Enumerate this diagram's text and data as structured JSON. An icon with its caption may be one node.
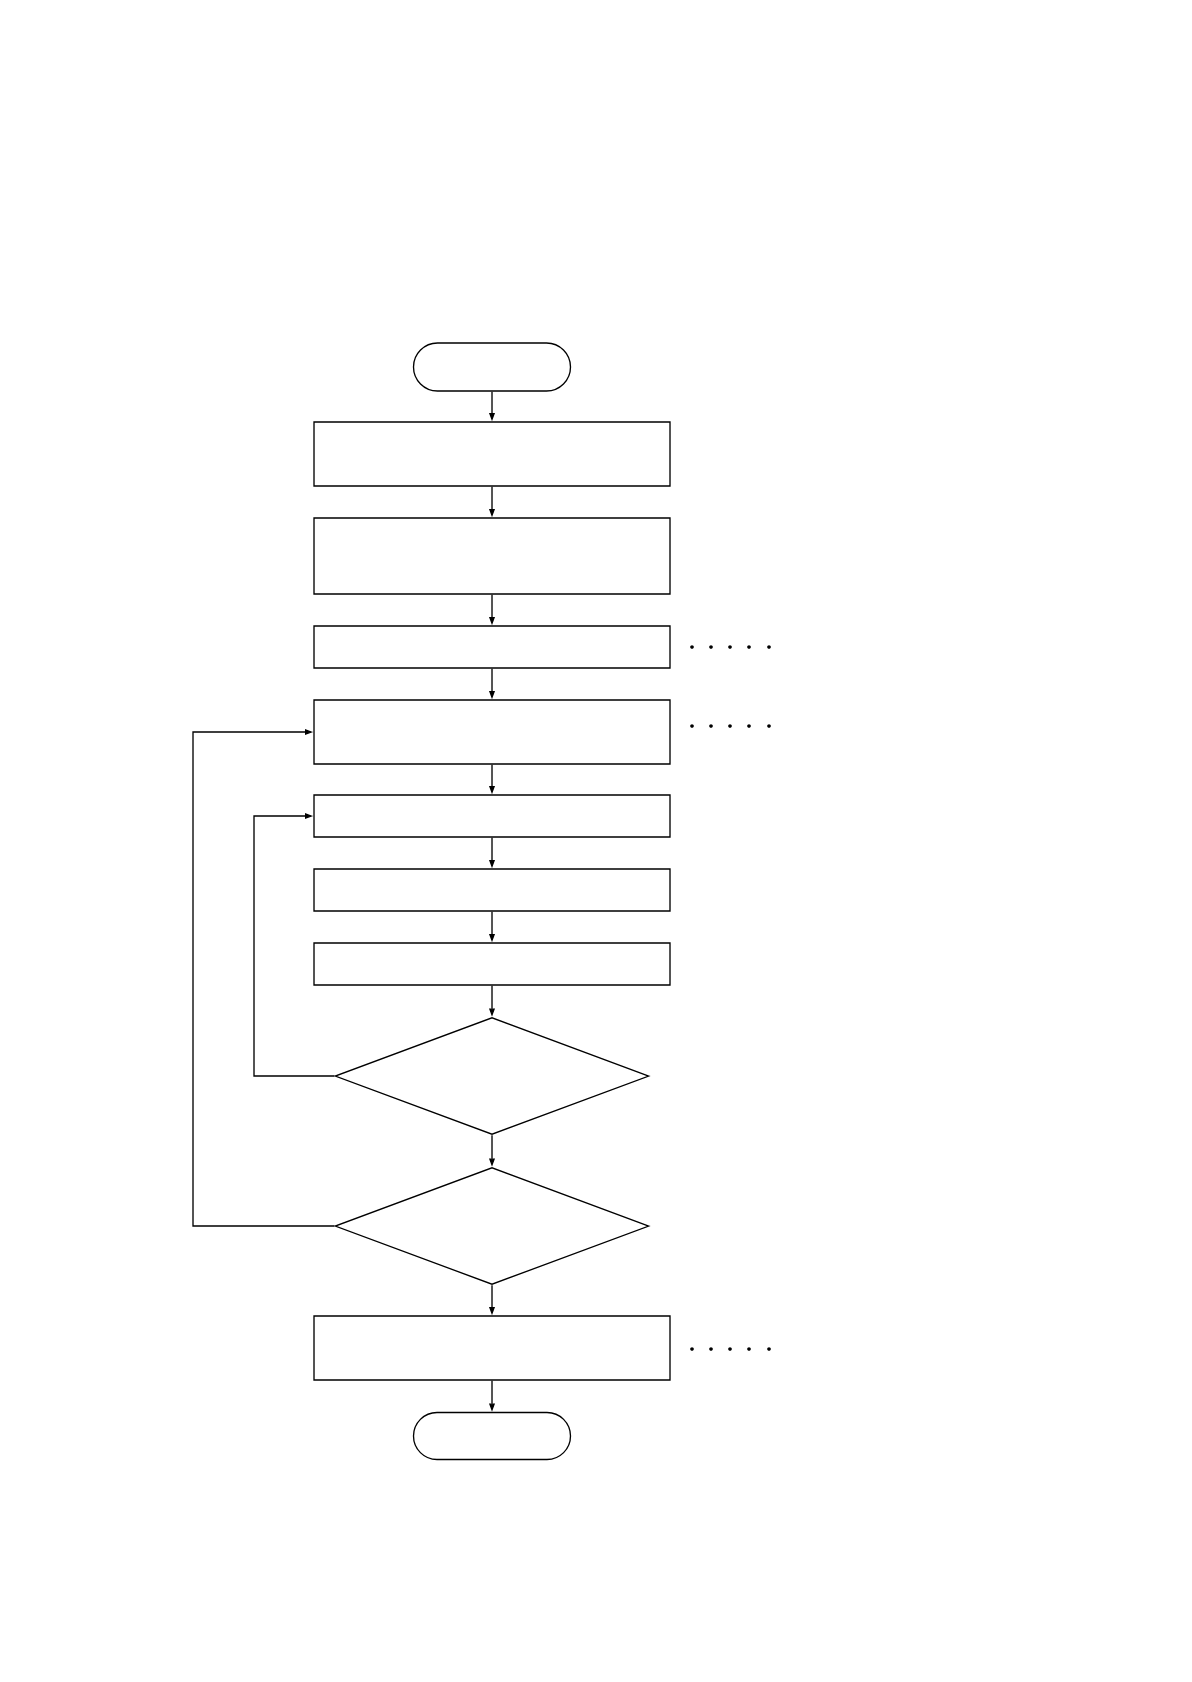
{
  "diagram": {
    "nodes": [
      {
        "text": [],
        "shape": "oval"
      },
      {
        "text": [],
        "shape": "box"
      },
      {
        "text": [],
        "shape": "box"
      },
      {
        "text": [],
        "shape": "box"
      },
      {
        "text": [],
        "shape": "box"
      },
      {
        "text": [],
        "shape": "box"
      },
      {
        "text": [],
        "shape": "box"
      },
      {
        "text": [],
        "shape": "box"
      },
      {
        "text": [],
        "shape": "diamond"
      },
      {
        "text": [],
        "shape": "diamond"
      },
      {
        "text": [],
        "shape": "box"
      },
      {
        "text": [],
        "shape": "oval"
      }
    ],
    "edges": [
      {
        "from": 0,
        "to": 1,
        "arrow": "to"
      },
      {
        "from": 1,
        "to": 2,
        "arrow": "to"
      },
      {
        "from": 2,
        "to": 3,
        "arrow": "to"
      },
      {
        "from": 3,
        "to": 4,
        "arrow": "to"
      },
      {
        "from": 4,
        "to": 5,
        "arrow": "to"
      },
      {
        "from": 5,
        "to": 6,
        "arrow": "to"
      },
      {
        "from": 6,
        "to": 7,
        "arrow": "to"
      },
      {
        "from": 7,
        "to": 8,
        "arrow": "to"
      },
      {
        "from": 8,
        "to": 9,
        "arrow": "to"
      },
      {
        "from": 9,
        "to": 10,
        "arrow": "to"
      },
      {
        "from": 10,
        "to": 11,
        "arrow": "to"
      },
      {
        "from": 8,
        "to": 5,
        "arrow": "to"
      },
      {
        "from": 9,
        "to": 4,
        "arrow": "to"
      }
    ]
  }
}
